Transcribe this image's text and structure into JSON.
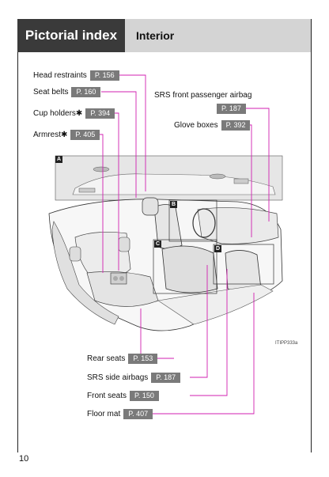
{
  "header": {
    "section": "Pictorial index",
    "topic": "Interior"
  },
  "labels": {
    "head_restraints": {
      "text": "Head restraints",
      "ref": "P. 156"
    },
    "seat_belts": {
      "text": "Seat belts",
      "ref": "P. 160"
    },
    "cup_holders": {
      "text": "Cup holders✱",
      "ref": "P. 394"
    },
    "armrest": {
      "text": "Armrest✱",
      "ref": "P. 405"
    },
    "srs_front_passenger_airbag": {
      "text": "SRS front passenger airbag",
      "ref": "P. 187"
    },
    "glove_boxes": {
      "text": "Glove boxes",
      "ref": "P. 392"
    },
    "rear_seats": {
      "text": "Rear seats",
      "ref": "P. 153"
    },
    "srs_side_airbags": {
      "text": "SRS side airbags",
      "ref": "P. 187"
    },
    "front_seats": {
      "text": "Front seats",
      "ref": "P. 150"
    },
    "floor_mat": {
      "text": "Floor mat",
      "ref": "P. 407"
    }
  },
  "inset_tags": [
    "A",
    "B",
    "C",
    "D"
  ],
  "figure_code": "ITIPP333a",
  "page_number": "10",
  "colors": {
    "leader_line": "#d11fb0",
    "header_dark": "#3a3a3a",
    "header_light": "#d4d4d4",
    "ref_box": "#7a7a7a"
  }
}
